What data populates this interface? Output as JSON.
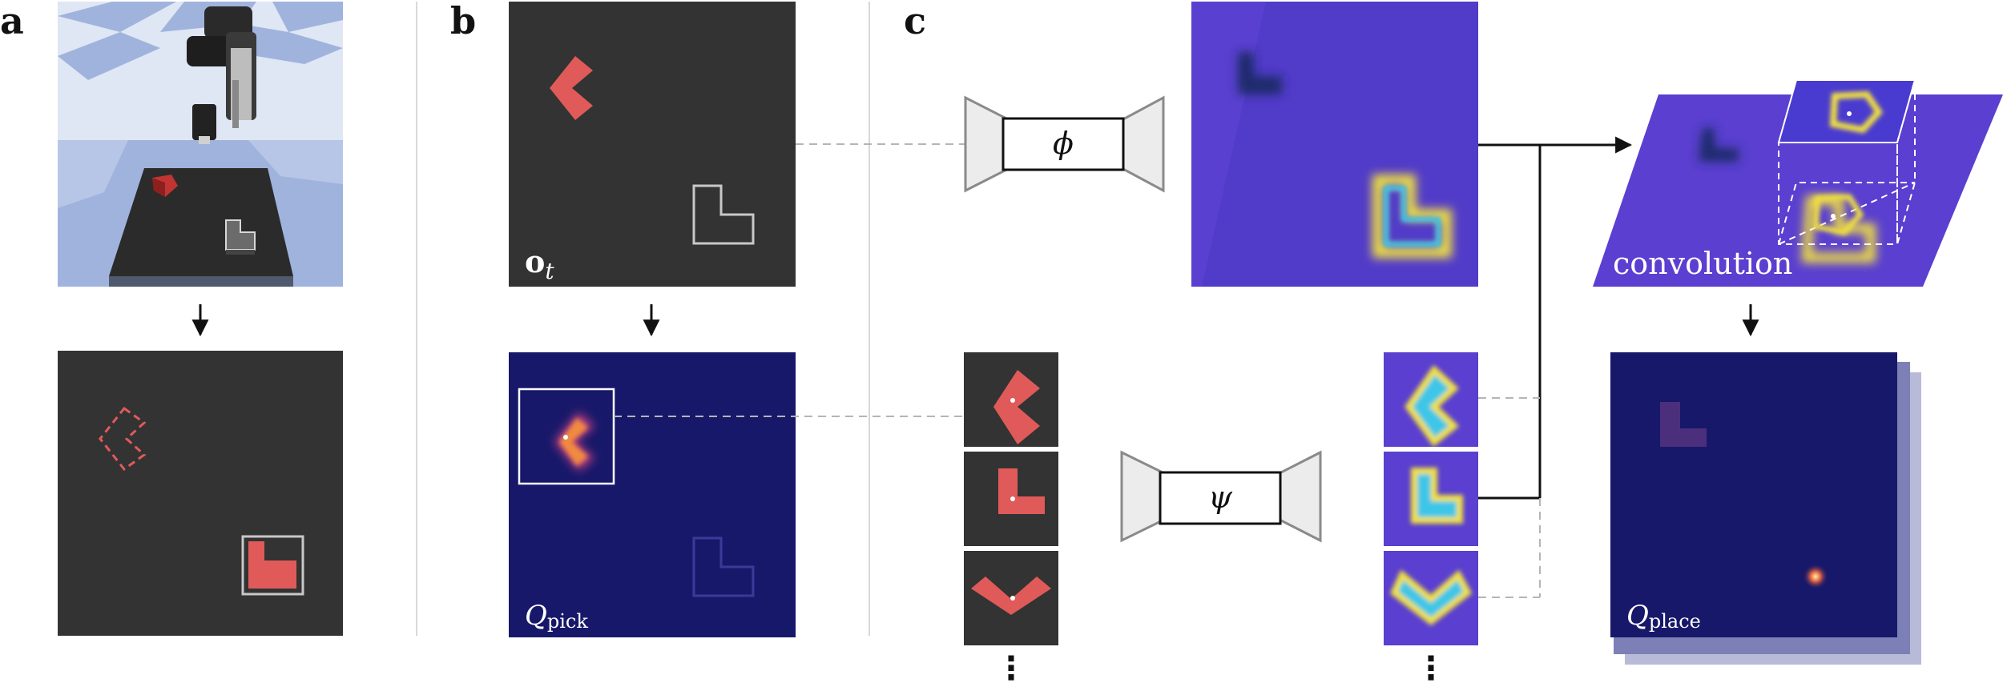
{
  "panels": {
    "a": {
      "letter": "a"
    },
    "b": {
      "letter": "b",
      "obs_label_main": "o",
      "obs_label_sub": "t",
      "pick_label_main": "Q",
      "pick_label_sub": "pick"
    },
    "c": {
      "letter": "c",
      "phi": "ϕ",
      "psi": "ψ",
      "convolution": "convolution",
      "place_label_main": "Q",
      "place_label_sub": "place",
      "ellipsis": "⋮"
    }
  },
  "colors": {
    "dark_bg": "#333333",
    "pick_bg": "#18186a",
    "feature_bg": "#5a3fd0",
    "red_block": "#e05a5a",
    "heat_yellow": "#f4e34a",
    "heat_cyan": "#3cc6e8",
    "outline_gray": "#c8c8c8"
  }
}
